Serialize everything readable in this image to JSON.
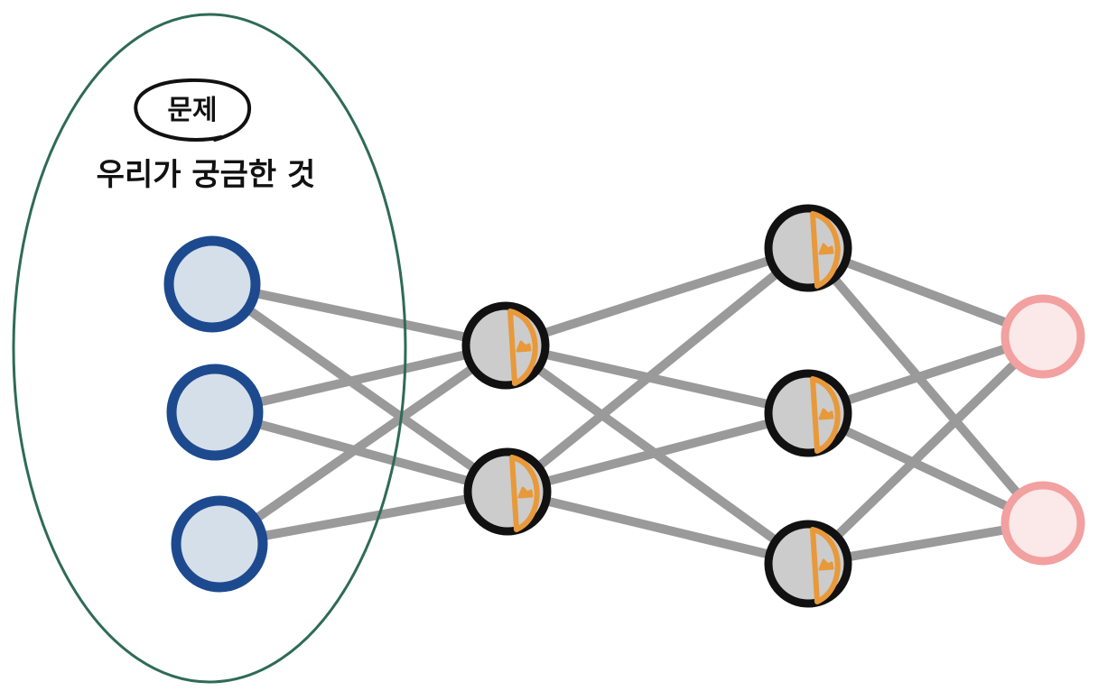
{
  "annotation": {
    "tag": "문제",
    "caption": "우리가 궁금한 것"
  },
  "colors": {
    "background": "#ffffff",
    "ellipse_stroke": "#2e6b55",
    "input_stroke": "#1d4a8f",
    "input_fill": "#d5dfe9",
    "hidden_stroke": "#111111",
    "hidden_fill": "#cccccc",
    "hidden_icon": "#e8993a",
    "output_stroke": "#f2a0a0",
    "output_fill": "#fbe8e8",
    "edge": "#9a9a9a"
  },
  "network": {
    "layers": [
      {
        "name": "input",
        "nodes": 3
      },
      {
        "name": "hidden-1",
        "nodes": 2
      },
      {
        "name": "hidden-2",
        "nodes": 3
      },
      {
        "name": "output",
        "nodes": 2
      }
    ],
    "fully_connected": true
  }
}
